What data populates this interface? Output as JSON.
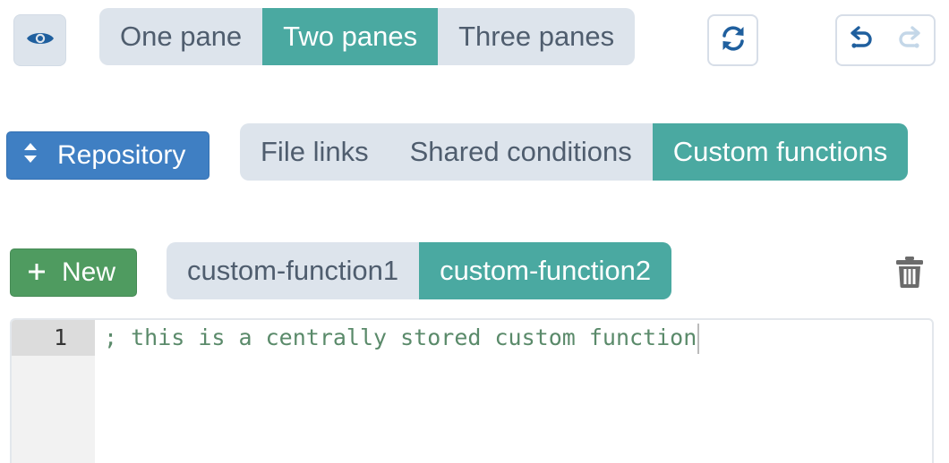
{
  "toolbar": {
    "view_icon": "eye-icon",
    "pane_options": [
      {
        "label": "One pane",
        "active": false
      },
      {
        "label": "Two panes",
        "active": true
      },
      {
        "label": "Three panes",
        "active": false
      }
    ],
    "refresh_icon": "refresh-icon",
    "undo_icon": "undo-icon",
    "redo_icon": "redo-icon"
  },
  "repository": {
    "button_label": "Repository",
    "icon": "sort-icon",
    "tabs": [
      {
        "label": "File links",
        "active": false
      },
      {
        "label": "Shared conditions",
        "active": false
      },
      {
        "label": "Custom functions",
        "active": true
      }
    ]
  },
  "functions": {
    "new_label": "New",
    "new_icon": "plus-icon",
    "items": [
      {
        "label": "custom-function1",
        "active": false
      },
      {
        "label": "custom-function2",
        "active": true
      }
    ],
    "delete_icon": "trash-icon"
  },
  "editor": {
    "lines": [
      {
        "number": "1",
        "text": "; this is a centrally stored custom function"
      }
    ]
  },
  "colors": {
    "accent": "#4aa9a1",
    "primary": "#3f7fc3",
    "success": "#4f9b60",
    "segment_bg": "#dde4ec",
    "comment": "#5a8a6a"
  }
}
